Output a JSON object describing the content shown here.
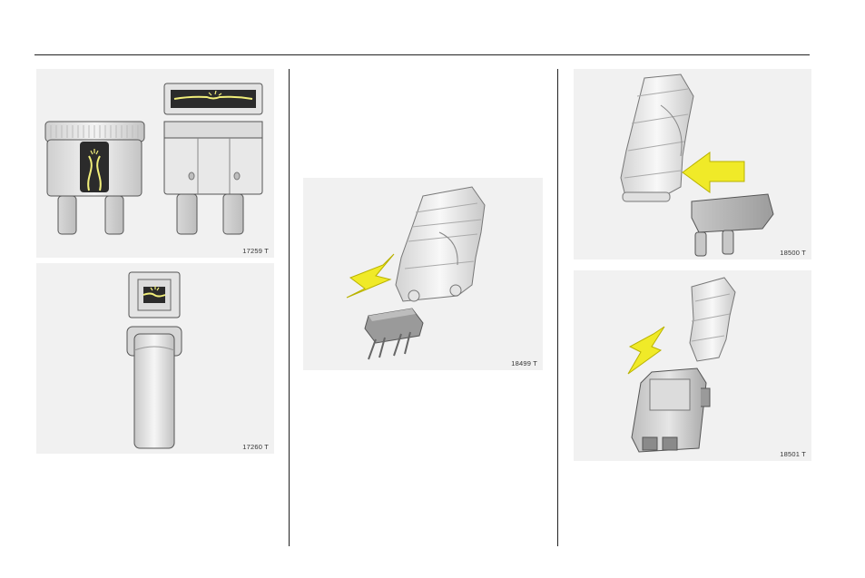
{
  "figures": {
    "blade_fuse": {
      "label": "17259 T"
    },
    "maxi_fuse": {
      "label": "17260 T"
    },
    "mini_fuse_removal": {
      "label": "18499 T"
    },
    "fuse_insertion": {
      "label": "18500 T"
    },
    "jcase_fuse_removal": {
      "label": "18501 T"
    }
  },
  "colors": {
    "background": "#ffffff",
    "figure_background": "#f1f1f1",
    "arrow": "#f0ea28",
    "filament": "#f2ef7a",
    "rule": "#222222"
  }
}
